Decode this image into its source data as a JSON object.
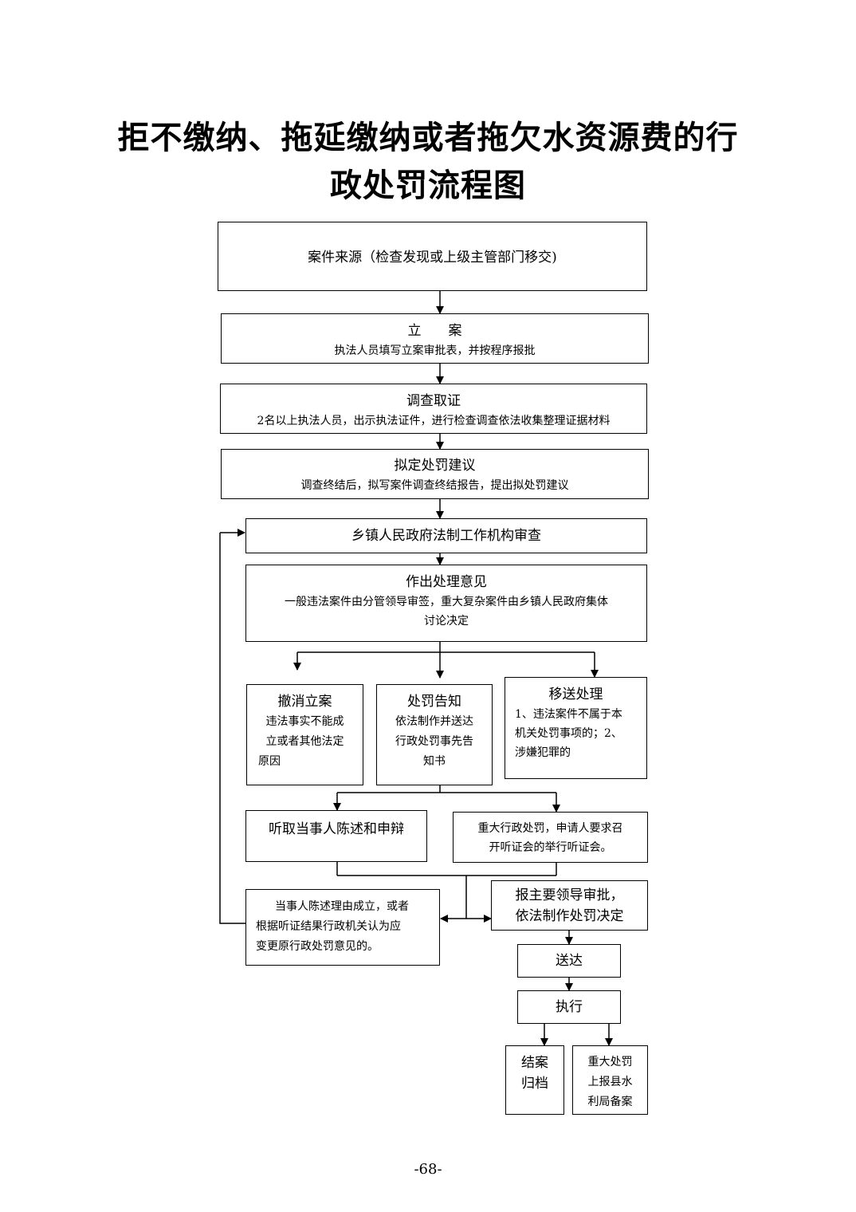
{
  "title": {
    "line1": "拒不缴纳、拖延缴纳或者拖欠水资源费的行",
    "line2": "政处罚流程图"
  },
  "nodes": {
    "case_source": {
      "label": "案件来源（检查发现或上级主管部门移交)"
    },
    "filing": {
      "label": "立　　案",
      "detail": "执法人员填写立案审批表，并按程序报批"
    },
    "investigation": {
      "label": "调查取证",
      "detail": "2名以上执法人员，出示执法证件，进行检查调查依法收集整理证据材料"
    },
    "proposal": {
      "label": "拟定处罚建议",
      "detail": "调查终结后，拟写案件调查终结报告，提出拟处罚建议"
    },
    "legal_review": {
      "label": "乡镇人民政府法制工作机构审查"
    },
    "decision_opinion": {
      "label": "作出处理意见",
      "detail1": "一般违法案件由分管领导审签，重大复杂案件由乡镇人民政府集体",
      "detail2": "讨论决定"
    },
    "revoke": {
      "label": "撤消立案",
      "detail1": "违法事实不能成",
      "detail2": "立或者其他法定",
      "detail3": "原因"
    },
    "notice": {
      "label": "处罚告知",
      "detail1": "依法制作并送达",
      "detail2": "行政处罚事先告",
      "detail3": "知书"
    },
    "transfer": {
      "label": "移送处理",
      "detail1": "1、违法案件不属于本",
      "detail2": "机关处罚事项的；2、",
      "detail3": "涉嫌犯罪的"
    },
    "statement": {
      "label": "听取当事人陈述和申辩"
    },
    "hearing": {
      "line1": "重大行政处罚，申请人要求召",
      "line2": "开听证会的举行听证会。"
    },
    "reconsider": {
      "line1": "当事人陈述理由成立，或者",
      "line2": "根据听证结果行政机关认为应",
      "line3": "变更原行政处罚意见的。"
    },
    "approval": {
      "line1": "报主要领导审批，",
      "line2": "依法制作处罚决定"
    },
    "delivery": {
      "label": "送达"
    },
    "execution": {
      "label": "执行"
    },
    "closing": {
      "line1": "结案",
      "line2": "归档"
    },
    "report": {
      "line1": "重大处罚",
      "line2": "上报县水",
      "line3": "利局备案"
    }
  },
  "page_number": "-68-"
}
